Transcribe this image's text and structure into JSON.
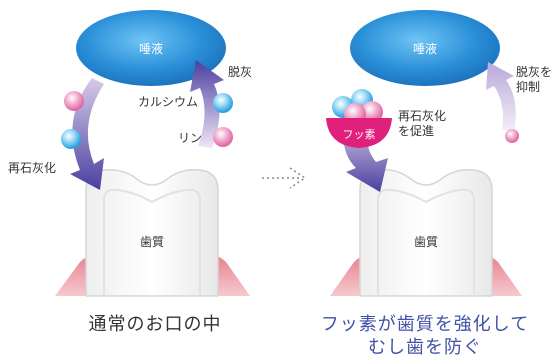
{
  "left_panel": {
    "saliva_label": "唾液",
    "demineralization_label": "脱灰",
    "calcium_label": "カルシウム",
    "phosphorus_label": "リン",
    "remineralization_label": "再石灰化",
    "tooth_label": "歯質",
    "caption": "通常のお口の中"
  },
  "right_panel": {
    "saliva_label": "唾液",
    "suppress_demin_label_line1": "脱灰を",
    "suppress_demin_label_line2": "抑制",
    "fluoride_label": "フッ素",
    "promote_remin_line1": "再石灰化",
    "promote_remin_line2": "を促進",
    "tooth_label": "歯質",
    "caption_line1": "フッ素が歯質を強化して",
    "caption_line2": "むし歯を防ぐ"
  },
  "colors": {
    "saliva_blue": "#2a8fd8",
    "arrow_purple": "#4a3fa0",
    "fluoride_magenta": "#e0207a",
    "gum_pink": "#e6848f",
    "caption_right": "#3f52a8",
    "caption_left": "#333333"
  }
}
